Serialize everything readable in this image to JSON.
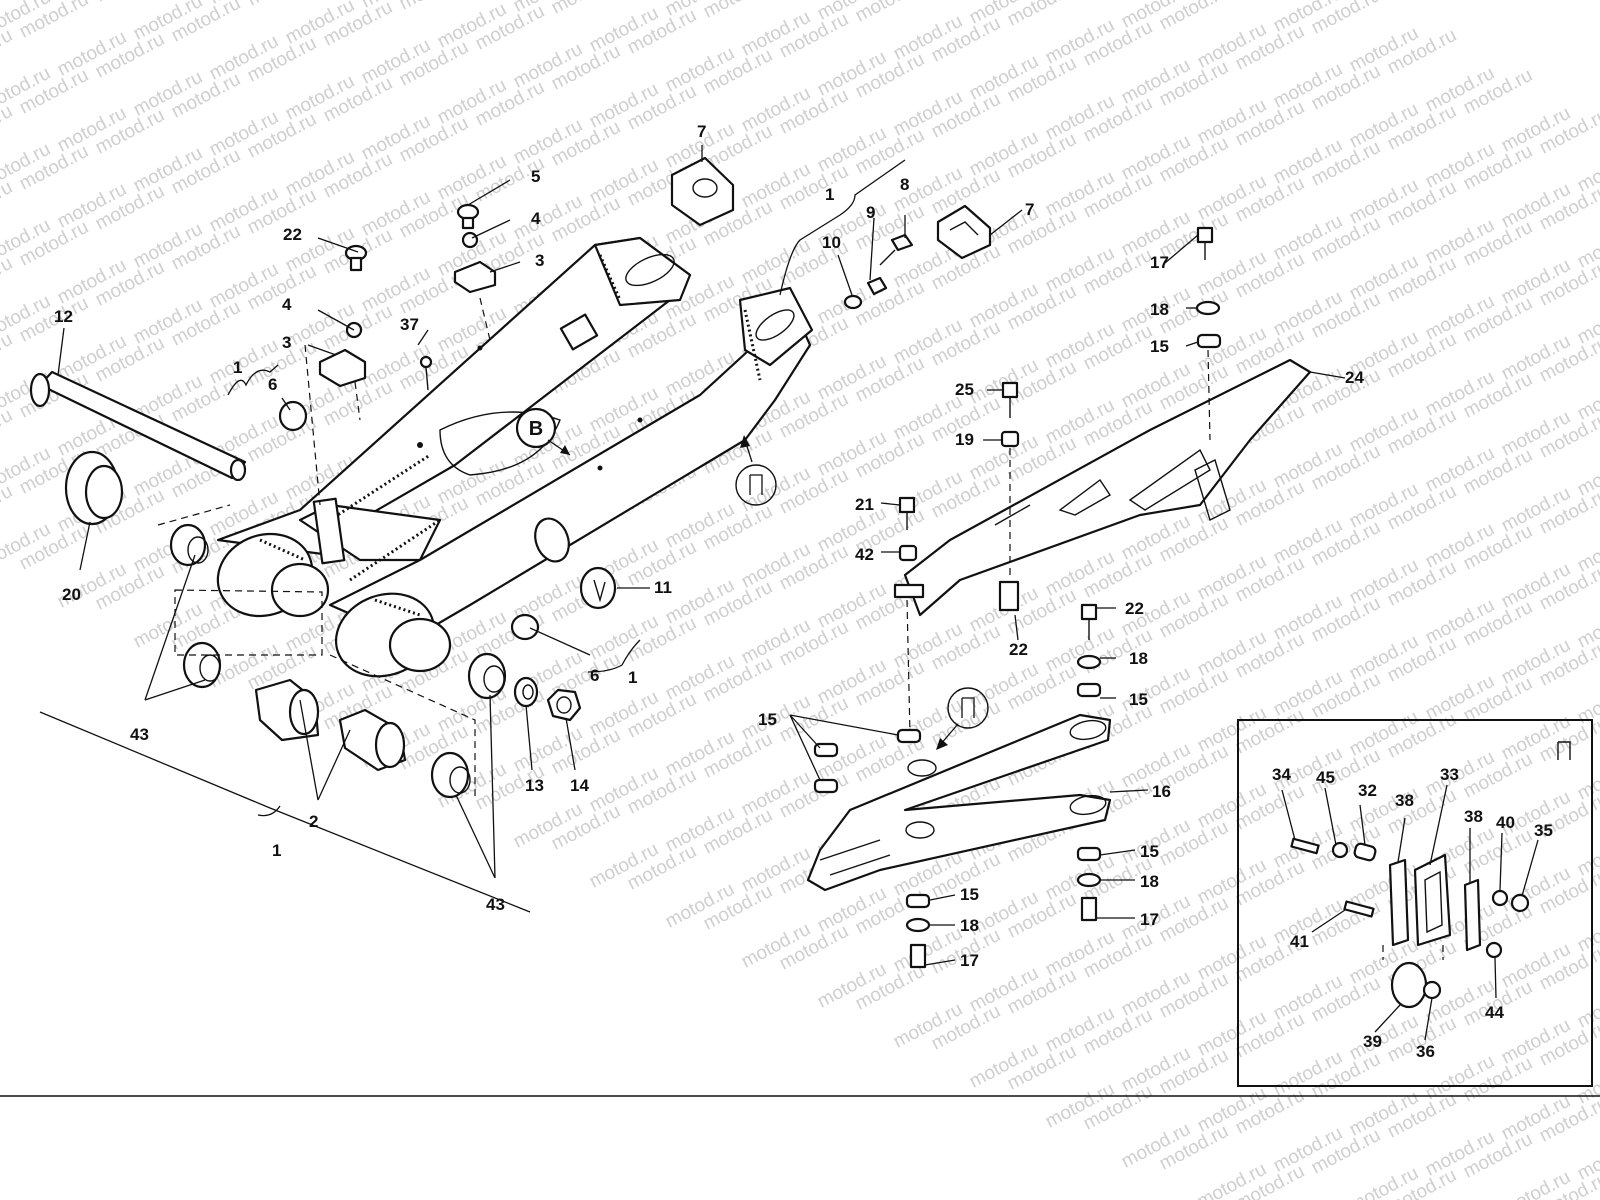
{
  "watermark": {
    "text": "motod.ru"
  },
  "labels": {
    "swingarm_1_top": "1",
    "swingarm_1_left": "1",
    "swingarm_1_right": "1",
    "swingarm_1_bottom": "1",
    "bushing_2": "2",
    "clamp_3_top": "3",
    "clamp_3_mid": "3",
    "washer_4_top": "4",
    "washer_4_mid": "4",
    "screw_5": "5",
    "cap_6_left": "6",
    "cap_6_right": "6",
    "adjuster_7_left": "7",
    "adjuster_7_right": "7",
    "screw_8": "8",
    "nut_9": "9",
    "washer_10": "10",
    "plug_11": "11",
    "pivot_12": "12",
    "washer_13": "13",
    "nut_14": "14",
    "spacer_15_a": "15",
    "spacer_15_b": "15",
    "spacer_15_c": "15",
    "spacer_15_d": "15",
    "spacer_15_e": "15",
    "slider_16": "16",
    "screw_17_top": "17",
    "screw_17_mid": "17",
    "screw_17_bottom": "17",
    "washer_18_top": "18",
    "washer_18_mid": "18",
    "washer_18_low": "18",
    "washer_18_bottom": "18",
    "washer_19": "19",
    "seal_20": "20",
    "screw_21": "21",
    "screw_22_top": "22",
    "screw_22_right": "22",
    "spacer_22": "22",
    "guard_24": "24",
    "screw_25": "25",
    "inset_32": "32",
    "inset_33": "33",
    "inset_34": "34",
    "inset_35": "35",
    "inset_36": "36",
    "screw_37": "37",
    "inset_38_left": "38",
    "inset_38_right": "38",
    "inset_39": "39",
    "inset_40": "40",
    "inset_41": "41",
    "washer_42": "42",
    "bearing_43_left": "43",
    "bearing_43_right": "43",
    "inset_44": "44",
    "inset_45": "45",
    "view_b": "B"
  },
  "colors": {
    "line": "#111111",
    "watermark": "#cfcfcf",
    "background": "#ffffff"
  }
}
